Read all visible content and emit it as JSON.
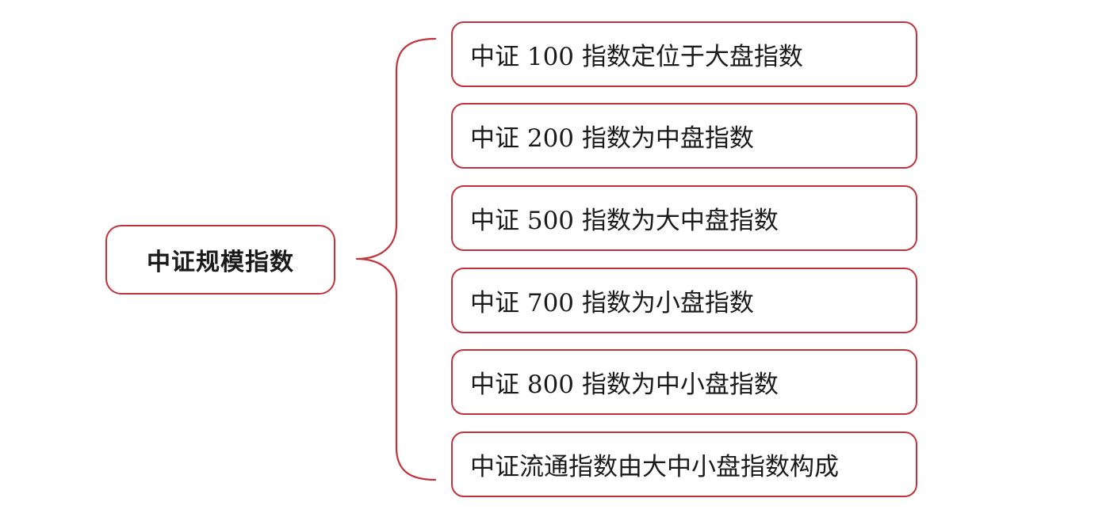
{
  "diagram": {
    "root": {
      "label": "中证规模指数"
    },
    "branches": [
      {
        "label": "中证 100 指数定位于大盘指数"
      },
      {
        "label": "中证 200 指数为中盘指数"
      },
      {
        "label": "中证 500 指数为大中盘指数"
      },
      {
        "label": "中证 700 指数为小盘指数"
      },
      {
        "label": "中证 800 指数为中小盘指数"
      },
      {
        "label": "中证流通指数由大中小盘指数构成"
      }
    ],
    "colors": {
      "border": "#c0333a",
      "text": "#1a1a1a",
      "background": "#ffffff"
    }
  }
}
